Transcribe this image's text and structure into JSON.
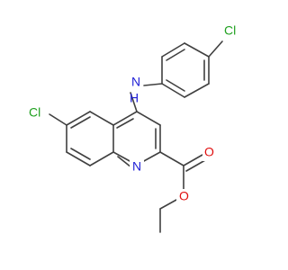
{
  "molecule": {
    "colors": {
      "bond": "#404040",
      "chlorine": "#1fa01f",
      "nitrogen": "#1f1fd6",
      "oxygen": "#e01010"
    },
    "atom_labels": {
      "cl_top": "Cl",
      "nh_n": "N",
      "nh_h": "H",
      "cl_left": "Cl",
      "ring_n": "N",
      "o_carbonyl": "O",
      "o_ester": "O"
    }
  }
}
